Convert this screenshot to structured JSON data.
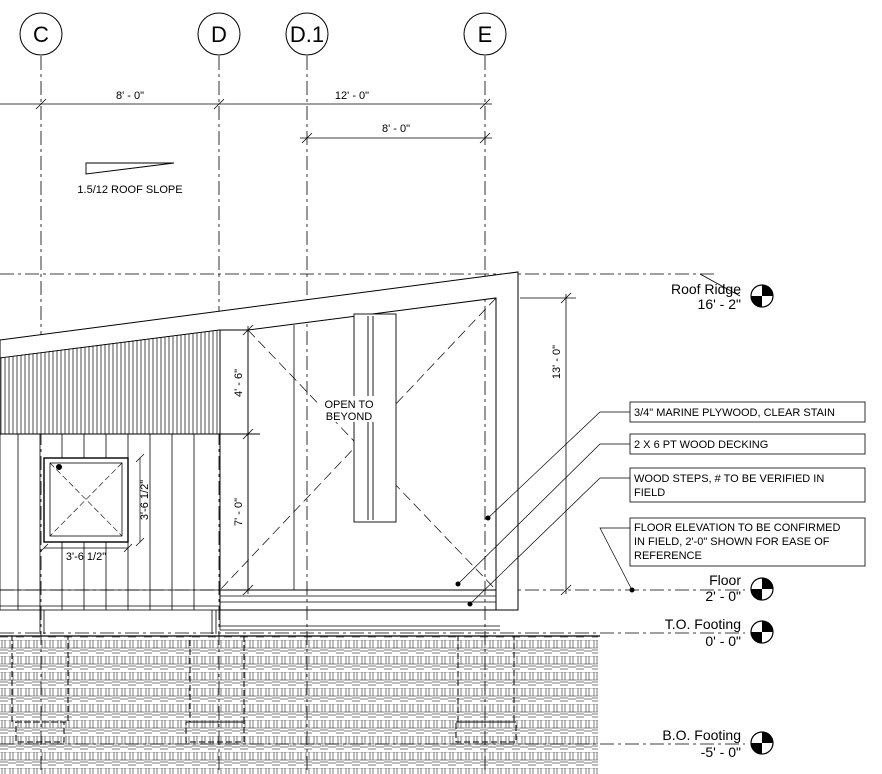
{
  "grid_lines": {
    "c": "C",
    "d": "D",
    "d1": "D.1",
    "e": "E"
  },
  "dimensions": {
    "c_to_d": "8' - 0\"",
    "d_to_e": "12' - 0\"",
    "d1_to_e": "8' - 0\"",
    "wall_height": "13' - 0\"",
    "upper_height": "4' - 6\"",
    "lower_height": "7' - 0\"",
    "window_height": "3'-6 1/2\"",
    "window_width": "3'-6 1/2\""
  },
  "roof_slope": {
    "label": "1.5/12 ROOF SLOPE"
  },
  "open_to_beyond": {
    "line1": "OPEN TO",
    "line2": "BEYOND"
  },
  "notes": {
    "plywood": "3/4\" MARINE PLYWOOD, CLEAR STAIN",
    "decking": "2 X 6 PT WOOD DECKING",
    "steps_line1": "WOOD STEPS, # TO BE VERIFIED IN",
    "steps_line2": "FIELD",
    "floor_elev_line1": "FLOOR ELEVATION TO BE CONFIRMED",
    "floor_elev_line2": "IN FIELD, 2'-0\" SHOWN FOR EASE OF",
    "floor_elev_line3": "REFERENCE"
  },
  "levels": {
    "roof_ridge": {
      "name": "Roof Ridge",
      "elevation": "16' - 2\""
    },
    "floor": {
      "name": "Floor",
      "elevation": "2' - 0\""
    },
    "to_footing": {
      "name": "T.O. Footing",
      "elevation": "0' - 0\""
    },
    "bo_footing": {
      "name": "B.O. Footing",
      "elevation": "-5' - 0\""
    }
  }
}
